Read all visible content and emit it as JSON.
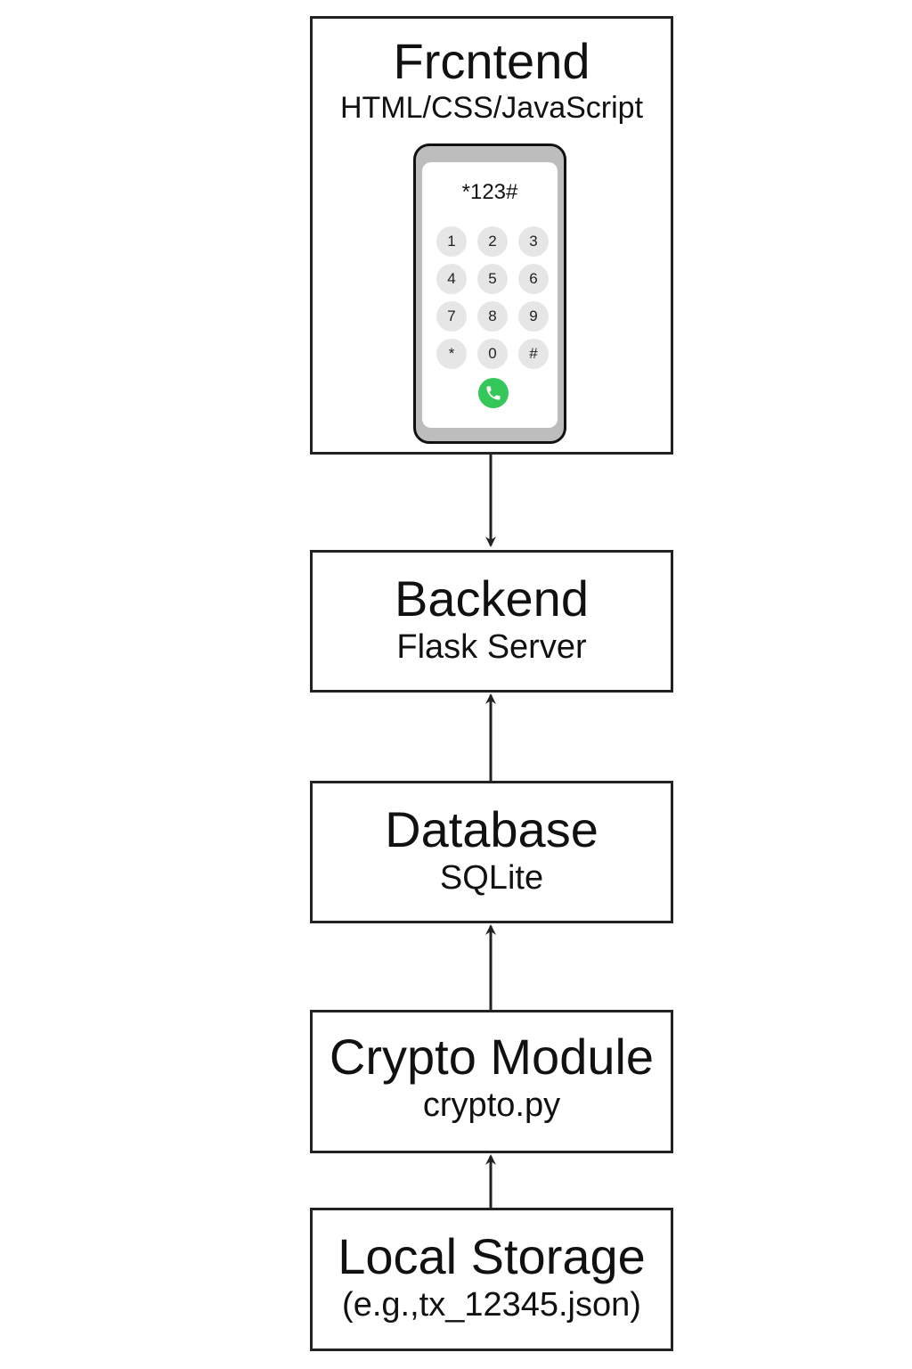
{
  "nodes": {
    "frontend": {
      "title": "Frcntend",
      "subtitle": "HTML/CSS/JavaScript"
    },
    "backend": {
      "title": "Backend",
      "subtitle": "Flask Server"
    },
    "database": {
      "title": "Database",
      "subtitle": "SQLite"
    },
    "crypto": {
      "title": "Crypto Module",
      "subtitle": "crypto.py"
    },
    "storage": {
      "title": "Local Storage",
      "subtitle": "(e.g.,tx_12345.json)"
    }
  },
  "phone": {
    "display": "*123#",
    "keys": [
      "1",
      "2",
      "3",
      "4",
      "5",
      "6",
      "7",
      "8",
      "9",
      "*",
      "0",
      "#"
    ],
    "call_icon": "phone-call-icon",
    "call_color": "#34c759"
  },
  "edges": [
    {
      "from": "frontend",
      "to": "backend"
    },
    {
      "from": "database",
      "to": "backend"
    },
    {
      "from": "crypto",
      "to": "database"
    },
    {
      "from": "storage",
      "to": "crypto"
    }
  ]
}
